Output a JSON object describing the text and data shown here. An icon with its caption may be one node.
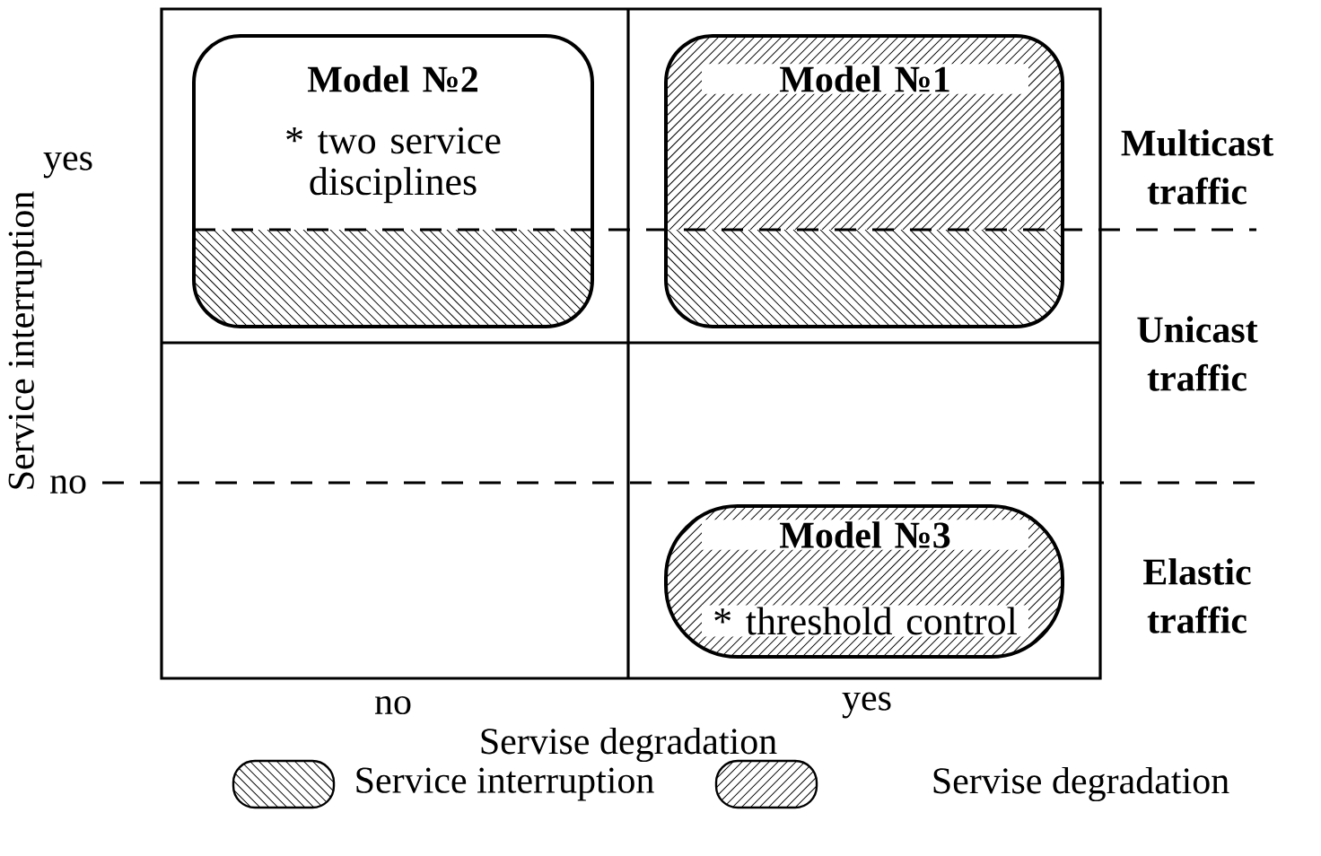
{
  "diagram": {
    "nodes": [
      {
        "text": [
          "Model №2",
          "* two service disciplines"
        ]
      },
      {
        "text": [
          "Model №1"
        ]
      },
      {
        "text": [
          "Model №3",
          "* threshold control"
        ]
      }
    ],
    "labels": [
      "yes",
      "no",
      "Multicast traffic",
      "Unicast traffic",
      "Elastic traffic",
      "no",
      "yes",
      "Servise degradation",
      "Service interruption"
    ],
    "legend": [
      {
        "text": "Service interruption"
      },
      {
        "text": "Servise degradation"
      }
    ]
  }
}
